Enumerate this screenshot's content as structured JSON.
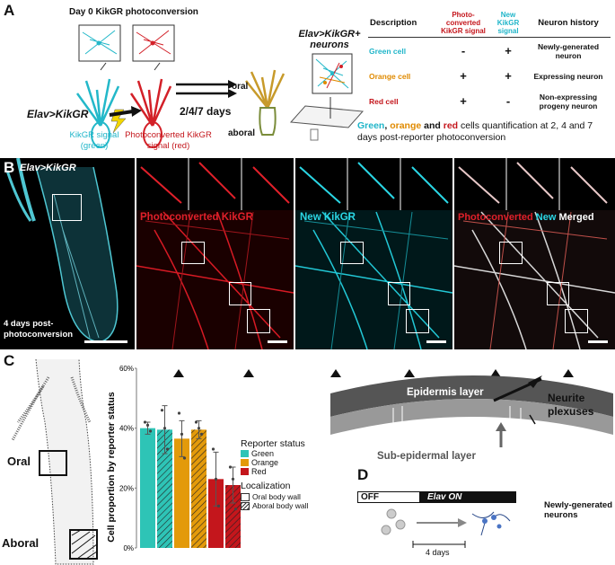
{
  "panel_labels": {
    "a": "A",
    "b": "B",
    "c": "C",
    "d": "D"
  },
  "panelA": {
    "day0_title": "Day 0 KikGR photoconversion",
    "construct": "Elav>KikGR",
    "kikgr_signal": "KikGR signal (green)",
    "photoconverted_signal": "Photoconverted KikGR signal (red)",
    "days": "2/4/7 days",
    "oral": "oral",
    "aboral": "aboral",
    "neurons_title": "Elav>KikGR+ neurons",
    "quant_text_1": "Green",
    "quant_text_2": "orange",
    "quant_text_3": "red",
    "quant_text_4": "cells quantification at 2, 4 and 7 days post-reporter photoconversion",
    "quant_text_and": "and",
    "table": {
      "headers": [
        "Description",
        "Photo-converted KikGR signal",
        "New KikGR signal",
        "Neuron history"
      ],
      "rows": [
        {
          "desc": "Green cell",
          "photo": "-",
          "new": "+",
          "history": "Newly-generated neuron",
          "color": "#1fb5c9"
        },
        {
          "desc": "Orange cell",
          "photo": "+",
          "new": "+",
          "history": "Expressing neuron",
          "color": "#e08a00"
        },
        {
          "desc": "Red cell",
          "photo": "+",
          "new": "-",
          "history": "Non-expressing progeny neuron",
          "color": "#c4161c"
        }
      ]
    }
  },
  "panelB": {
    "construct": "Elav>KikGR",
    "time_label": "4 days post-photoconversion",
    "photo_title": "Photoconverted KikGR",
    "new_title": "New KikGR",
    "merged_a": "Photoconverted",
    "merged_b": "New",
    "merged_c": "Merged"
  },
  "panelC": {
    "oral": "Oral",
    "aboral": "Aboral",
    "legend_title_status": "Reporter status",
    "legend_title_loc": "Localization",
    "status_entries": [
      {
        "name": "Green",
        "color": "#2ec4b6"
      },
      {
        "name": "Orange",
        "color": "#e39a0a"
      },
      {
        "name": "Red",
        "color": "#c4161c"
      }
    ],
    "loc_entries": [
      "Oral body wall",
      "Aboral body wall"
    ]
  },
  "chart_data": {
    "type": "bar",
    "ylabel": "Cell proportion by reporter status",
    "ylim": [
      0,
      60
    ],
    "yticks": [
      "0%",
      "20%",
      "40%",
      "60%"
    ],
    "series": [
      {
        "status": "Green",
        "location": "Oral body wall",
        "value": 40,
        "err": 2,
        "points": [
          42,
          41,
          39
        ]
      },
      {
        "status": "Green",
        "location": "Aboral body wall",
        "value": 39.5,
        "err": 8,
        "points": [
          46,
          40,
          33
        ]
      },
      {
        "status": "Orange",
        "location": "Oral body wall",
        "value": 36.5,
        "err": 6,
        "points": [
          45,
          38,
          30
        ]
      },
      {
        "status": "Orange",
        "location": "Aboral body wall",
        "value": 39.5,
        "err": 3,
        "points": [
          42,
          40,
          38
        ]
      },
      {
        "status": "Red",
        "location": "Oral body wall",
        "value": 23,
        "err": 9,
        "points": [
          33,
          23,
          14
        ]
      },
      {
        "status": "Red",
        "location": "Aboral body wall",
        "value": 21,
        "err": 6,
        "points": [
          27,
          23,
          13
        ]
      }
    ]
  },
  "cross_section": {
    "epidermis": "Epidermis layer",
    "sub_epidermal": "Sub-epidermal layer",
    "neurite": "Neurite plexuses"
  },
  "panelD": {
    "off": "OFF",
    "on": "Elav ON",
    "newly": "Newly-generated neurons",
    "days": "4 days"
  }
}
